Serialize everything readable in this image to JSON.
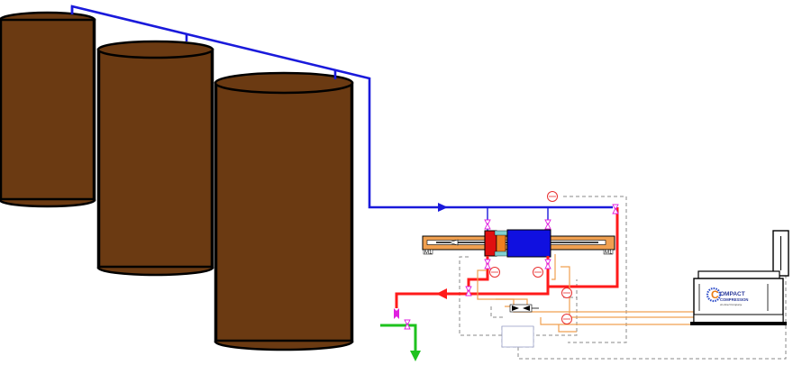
{
  "colors": {
    "tank_fill": "#6b3a12",
    "tank_outline": "#000000",
    "vent_line": "#1a1adb",
    "suction_line": "#1a1adb",
    "discharge_line": "#ff1a1a",
    "green_line": "#1ec21e",
    "control_line": "#f0a050",
    "dashed_line": "#888888",
    "skid": "#f0a050",
    "compressor_body_left": "#e01010",
    "compressor_body_right": "#1010e0",
    "compressor_core": "#f08020",
    "valve_magenta": "#e020e0"
  },
  "tanks": [
    {
      "id": "tank-1"
    },
    {
      "id": "tank-2"
    },
    {
      "id": "tank-3"
    }
  ],
  "compressor": {
    "motor_label_left": "M1",
    "motor_label_right": "M1"
  },
  "panel": {
    "brand_line1": "OMPACT",
    "brand_initial": "C",
    "brand_line2": "COMPRESSION",
    "tagline": "An Ariel Company"
  },
  "icons": {
    "flow_arrow": "triangle-arrow",
    "gauge": "circle-gauge",
    "check_valve": "bowtie-valve",
    "logo": "dotted-ring-logo"
  }
}
